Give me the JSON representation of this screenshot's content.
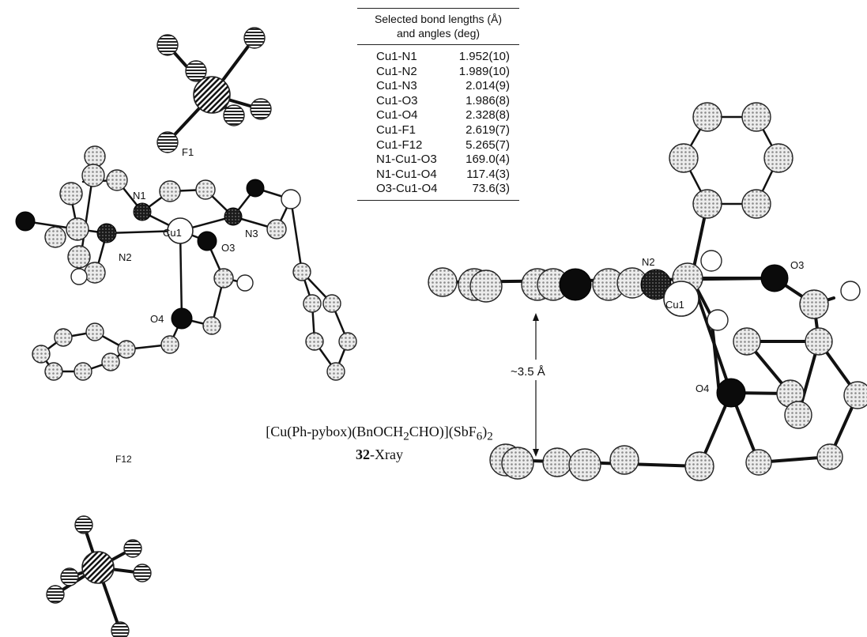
{
  "table": {
    "header_line1": "Selected bond lengths (Å)",
    "header_line2": "and angles (deg)",
    "rows": [
      {
        "label": "Cu1-N1",
        "value": "1.952(10)"
      },
      {
        "label": "Cu1-N2",
        "value": "1.989(10)"
      },
      {
        "label": "Cu1-N3",
        "value": "2.014(9)"
      },
      {
        "label": "Cu1-O3",
        "value": "1.986(8)"
      },
      {
        "label": "Cu1-O4",
        "value": "2.328(8)"
      },
      {
        "label": "Cu1-F1",
        "value": "2.619(7)"
      },
      {
        "label": "Cu1-F12",
        "value": "5.265(7)"
      },
      {
        "label": "N1-Cu1-O3",
        "value": "169.0(4)"
      },
      {
        "label": "N1-Cu1-O4",
        "value": "117.4(3)"
      },
      {
        "label": "O3-Cu1-O4",
        "value": "73.6(3)"
      }
    ]
  },
  "caption": {
    "formula_a": "[Cu(Ph-pybox)(BnOCH",
    "sub1": "2",
    "formula_b": "CHO)](SbF",
    "sub2": "6",
    "formula_c": ")",
    "sub3": "2",
    "compound_number": "32",
    "compound_suffix": "-Xray"
  },
  "labels": {
    "f1": "F1",
    "f12": "F12",
    "n1": "N1",
    "n2": "N2",
    "n3": "N3",
    "cu1": "Cu1",
    "o3": "O3",
    "o4": "O4",
    "right_n2": "N2",
    "right_cu1": "Cu1",
    "right_o3": "O3",
    "right_o4": "O4",
    "distance": "~3.5 Å"
  }
}
